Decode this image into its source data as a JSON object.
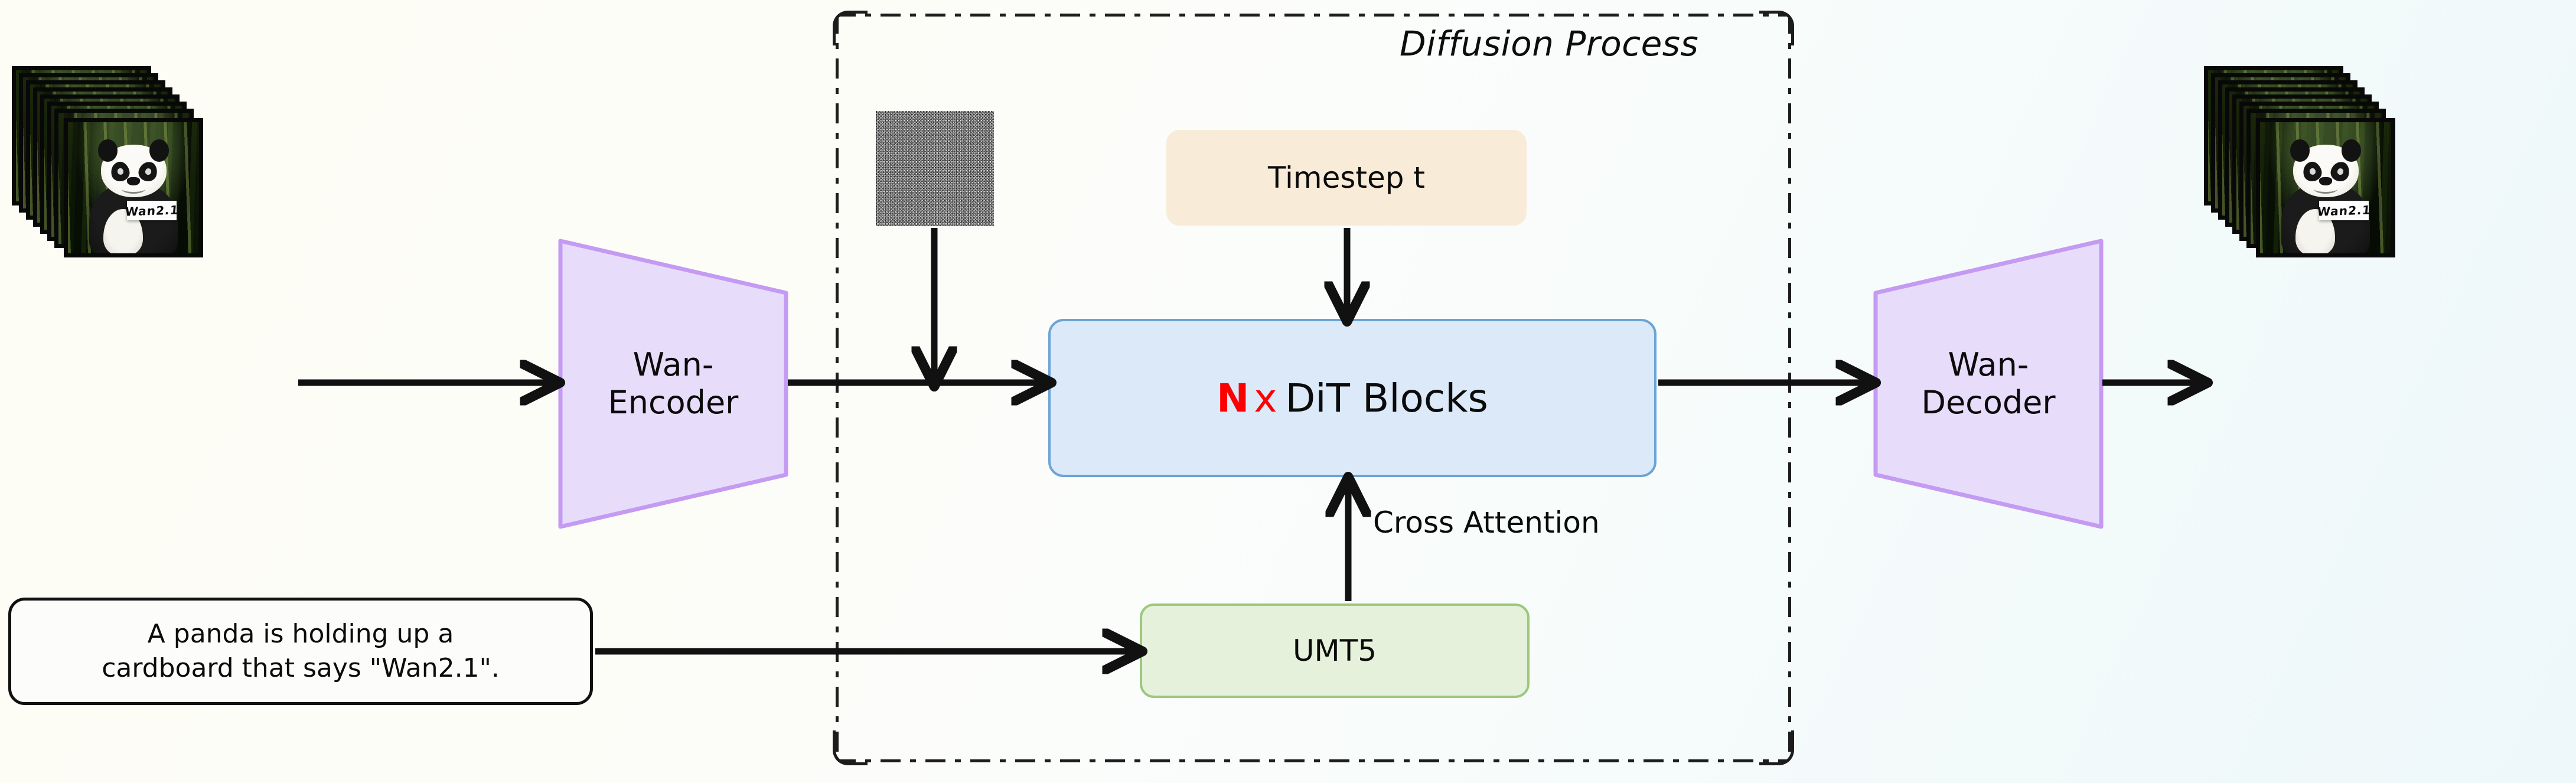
{
  "diagram": {
    "title": "Wan2.1 text-to-video diffusion pipeline",
    "background_start": "#fdfdf7",
    "background_end": "#eef8fa"
  },
  "diffusion_container": {
    "label": "Diffusion Process",
    "border_style": "dash-dot",
    "border_color": "#1c1c1c"
  },
  "input": {
    "frames_name": "input-video-frames",
    "frame_count": 8,
    "card_text": "Wan2.1"
  },
  "output": {
    "frames_name": "output-video-frames",
    "frame_count": 8,
    "card_text": "Wan2.1"
  },
  "encoder": {
    "line1": "Wan-",
    "line2": "Encoder",
    "fill": "#e7ddfb",
    "stroke": "#c49af2"
  },
  "decoder": {
    "line1": "Wan-",
    "line2": "Decoder",
    "fill": "#e7ddfb",
    "stroke": "#c49af2"
  },
  "dit": {
    "prefix_n": "N",
    "prefix_x": "x",
    "label": "DiT Blocks",
    "fill": "#dce9f8",
    "stroke": "#6ba4d6",
    "accent": "#ff0000"
  },
  "timestep": {
    "label": "Timestep t",
    "fill": "#f8ecd8"
  },
  "text_encoder": {
    "label": "UMT5",
    "fill": "#e5f1da",
    "stroke": "#9cc87d"
  },
  "prompt": {
    "line1": "A panda is holding up a",
    "line2": "cardboard that says \"Wan2.1\"."
  },
  "noise": {
    "label": "noise-latent-patch"
  },
  "edges": {
    "cross_attention": "Cross Attention"
  }
}
